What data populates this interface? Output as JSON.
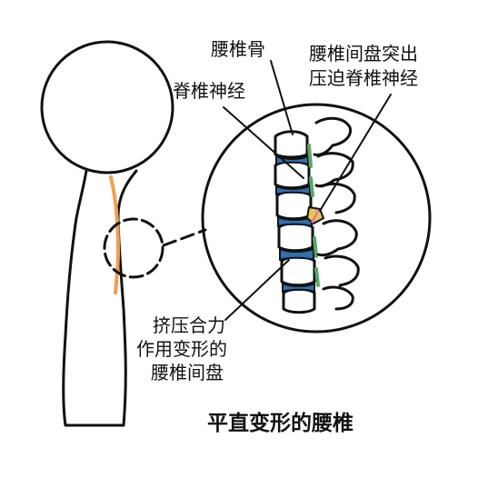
{
  "labels": {
    "lumbar_bone": "腰椎骨",
    "disc_herniation_line1": "腰椎间盘突出",
    "disc_herniation_line2": "压迫脊椎神经",
    "spinal_nerve": "脊椎神经",
    "compressed_disc_line1": "挤压合力",
    "compressed_disc_line2": "作用变形的",
    "compressed_disc_line3": "腰椎间盘",
    "title": "平直变形的腰椎"
  },
  "colors": {
    "outline": "#111111",
    "spine_line": "#f0a04b",
    "vertebra_blue": "#2f6fb3",
    "disc_green": "#5aa86a",
    "herniation_yellow": "#e8c74a",
    "nerve_pink": "#e07fa8"
  }
}
